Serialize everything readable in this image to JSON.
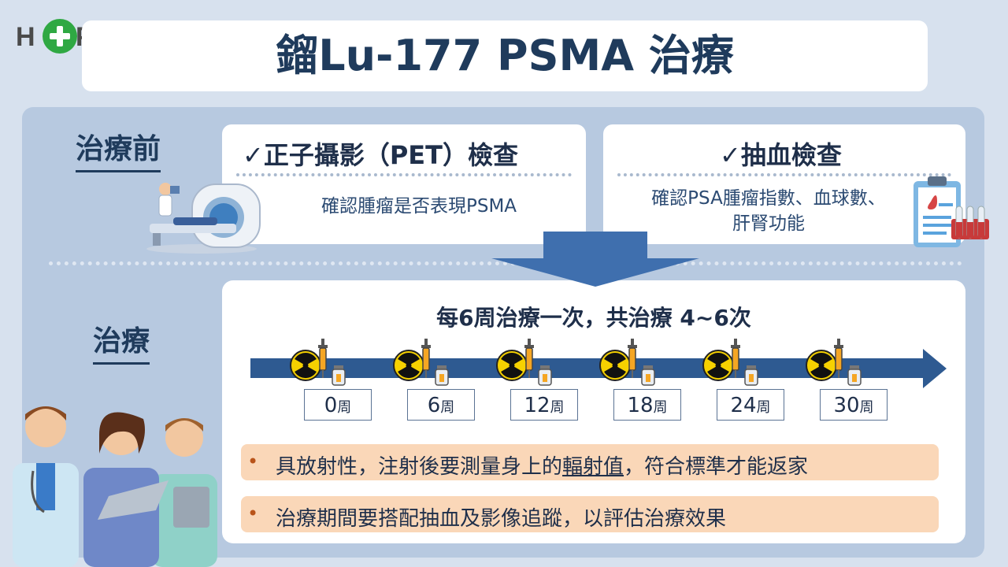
{
  "logo": {
    "left": "H",
    "right": "PE"
  },
  "title": "鎦Lu-177 PSMA 治療",
  "sections": {
    "pre": "治療前",
    "treatment": "治療"
  },
  "cards": {
    "pet": {
      "title": "✓正子攝影（PET）檢查",
      "desc": "確認腫瘤是否表現PSMA"
    },
    "blood": {
      "title": "✓抽血檢查",
      "desc_line1": "確認PSA腫瘤指數、血球數、",
      "desc_line2": "肝腎功能"
    }
  },
  "treatment": {
    "frequency": "每6周治療一次，共治療 4~6次",
    "weeks": [
      {
        "num": "0",
        "unit": "周"
      },
      {
        "num": "6",
        "unit": "周"
      },
      {
        "num": "12",
        "unit": "周"
      },
      {
        "num": "18",
        "unit": "周"
      },
      {
        "num": "24",
        "unit": "周"
      },
      {
        "num": "30",
        "unit": "周"
      }
    ],
    "notes": {
      "note1_a": "具放射性，注射後要測量身上的",
      "note1_u": "輻射值",
      "note1_b": "，符合標準才能返家",
      "note2": "治療期間要搭配抽血及影像追蹤，以評估治療效果",
      "bullet": "•"
    }
  },
  "icons": [
    "radiation-icon",
    "syringe-icon",
    "vial-icon",
    "pet-scanner-icon",
    "clipboard-icon",
    "test-tubes-icon",
    "doctors-illustration"
  ],
  "colors": {
    "accent": "#2e5a91",
    "brand_green": "#2fa843",
    "note_bg": "#fad7b8",
    "radiation_yellow": "#f6d100"
  }
}
